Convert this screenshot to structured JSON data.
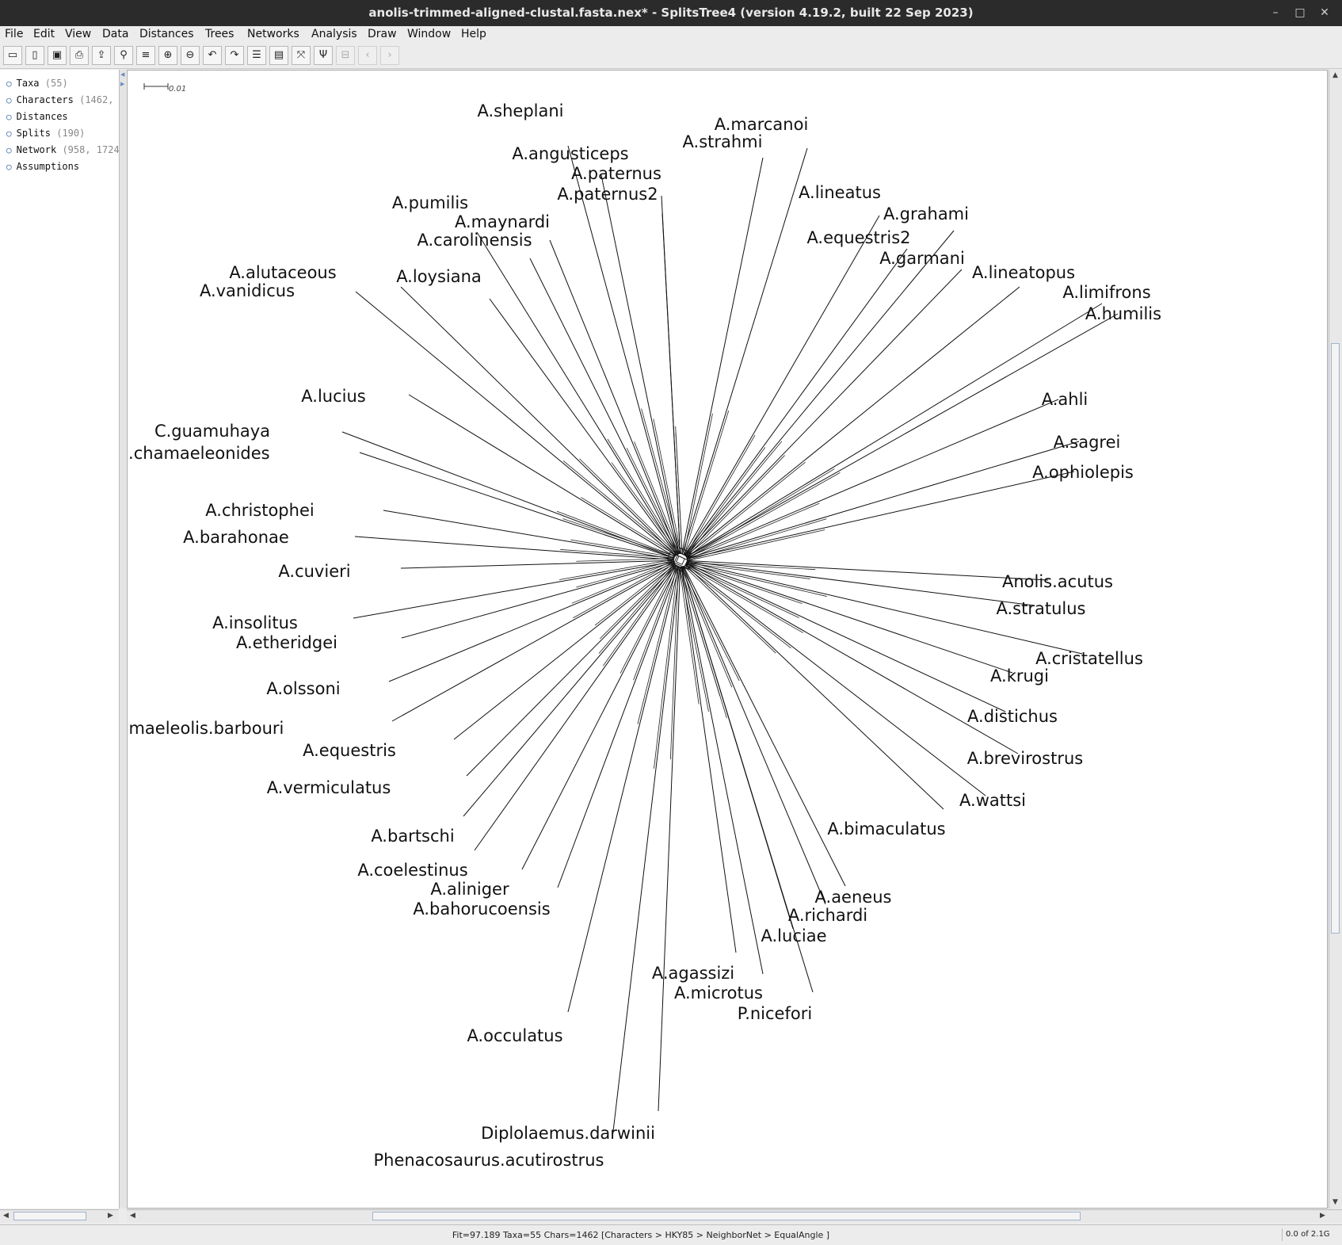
{
  "window": {
    "title": "anolis-trimmed-aligned-clustal.fasta.nex* - SplitsTree4 (version 4.19.2, built 22 Sep 2023)"
  },
  "menu": [
    "File",
    "Edit",
    "View",
    "Data",
    "Distances",
    "Trees",
    "Networks",
    "Analysis",
    "Draw",
    "Window",
    "Help"
  ],
  "toolbar": [
    {
      "name": "open-icon",
      "glyph": "▭"
    },
    {
      "name": "new-icon",
      "glyph": "▯"
    },
    {
      "name": "save-icon",
      "glyph": "▣"
    },
    {
      "name": "print-icon",
      "glyph": "⎙"
    },
    {
      "name": "export-icon",
      "glyph": "⇪"
    },
    {
      "name": "find-icon",
      "glyph": "⚲"
    },
    {
      "name": "align-icon",
      "glyph": "≡"
    },
    {
      "name": "zoom-in-icon",
      "glyph": "⊕"
    },
    {
      "name": "zoom-out-icon",
      "glyph": "⊖"
    },
    {
      "name": "undo-icon",
      "glyph": "↶"
    },
    {
      "name": "redo-icon",
      "glyph": "↷"
    },
    {
      "name": "select-icon",
      "glyph": "☰"
    },
    {
      "name": "layout-icon",
      "glyph": "▤"
    },
    {
      "name": "fit-icon",
      "glyph": "⤧"
    },
    {
      "name": "network-icon",
      "glyph": "Ψ"
    },
    {
      "name": "disabled-icon",
      "glyph": "⊟"
    },
    {
      "name": "back-icon",
      "glyph": "‹"
    },
    {
      "name": "forward-icon",
      "glyph": "›"
    }
  ],
  "sidebar": [
    {
      "label": "Taxa",
      "count": "(55)"
    },
    {
      "label": "Characters",
      "count": "(1462,"
    },
    {
      "label": "Distances",
      "count": ""
    },
    {
      "label": "Splits",
      "count": "(190)"
    },
    {
      "label": "Network",
      "count": "(958, 1724"
    },
    {
      "label": "Assumptions",
      "count": ""
    }
  ],
  "scale": {
    "label": "0.01"
  },
  "taxa": [
    "A.sheplani",
    "A.marcanoi",
    "A.strahmi",
    "A.angusticeps",
    "A.paternus",
    "A.paternus2",
    "A.pumilis",
    "A.maynardi",
    "A.carolinensis",
    "A.lineatus",
    "A.grahami",
    "A.equestris2",
    "A.garmani",
    "A.lineatopus",
    "A.limifrons",
    "A.humilis",
    "A.alutaceous",
    "A.vanidicus",
    "A.loysiana",
    "A.lucius",
    "A.ahli",
    "A.sagrei",
    "A.ophiolepis",
    "C.guamuhaya",
    "C.chamaeleonides",
    "A.christophei",
    "A.barahonae",
    "A.cuvieri",
    "Anolis.acutus",
    "A.stratulus",
    "A.insolitus",
    "A.etheridgei",
    "A.cristatellus",
    "A.krugi",
    "A.olssoni",
    "A.distichus",
    "Chamaeleolis.barbouri",
    "A.equestris",
    "A.brevirostrus",
    "A.vermiculatus",
    "A.wattsi",
    "A.bimaculatus",
    "A.bartschi",
    "A.coelestinus",
    "A.aliniger",
    "A.bahorucoensis",
    "A.aeneus",
    "A.richardi",
    "A.luciae",
    "A.agassizi",
    "A.microtus",
    "P.nicefori",
    "A.occulatus",
    "Diplolaemus.darwinii",
    "Phenacosaurus.acutirostrus"
  ],
  "status": {
    "message": "Fit=97.189 Taxa=55 Chars=1462 [Characters > HKY85 > NeighborNet > EqualAngle ]",
    "memory": "0.0 of 2.1G"
  }
}
